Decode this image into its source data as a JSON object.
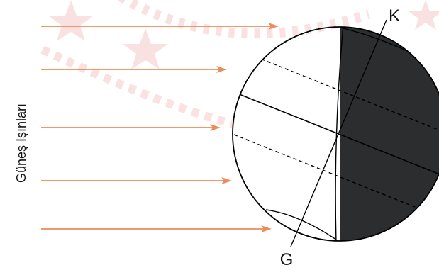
{
  "diagram": {
    "sun_rays_label": "Güneş Işınları",
    "pole_north_label": "K",
    "pole_south_label": "G",
    "ray_count": 5
  },
  "colors": {
    "ray": "#ee8a5a",
    "night_side": "#2b2d2f",
    "outline": "#000000",
    "watermark": "#f7c9c9"
  }
}
